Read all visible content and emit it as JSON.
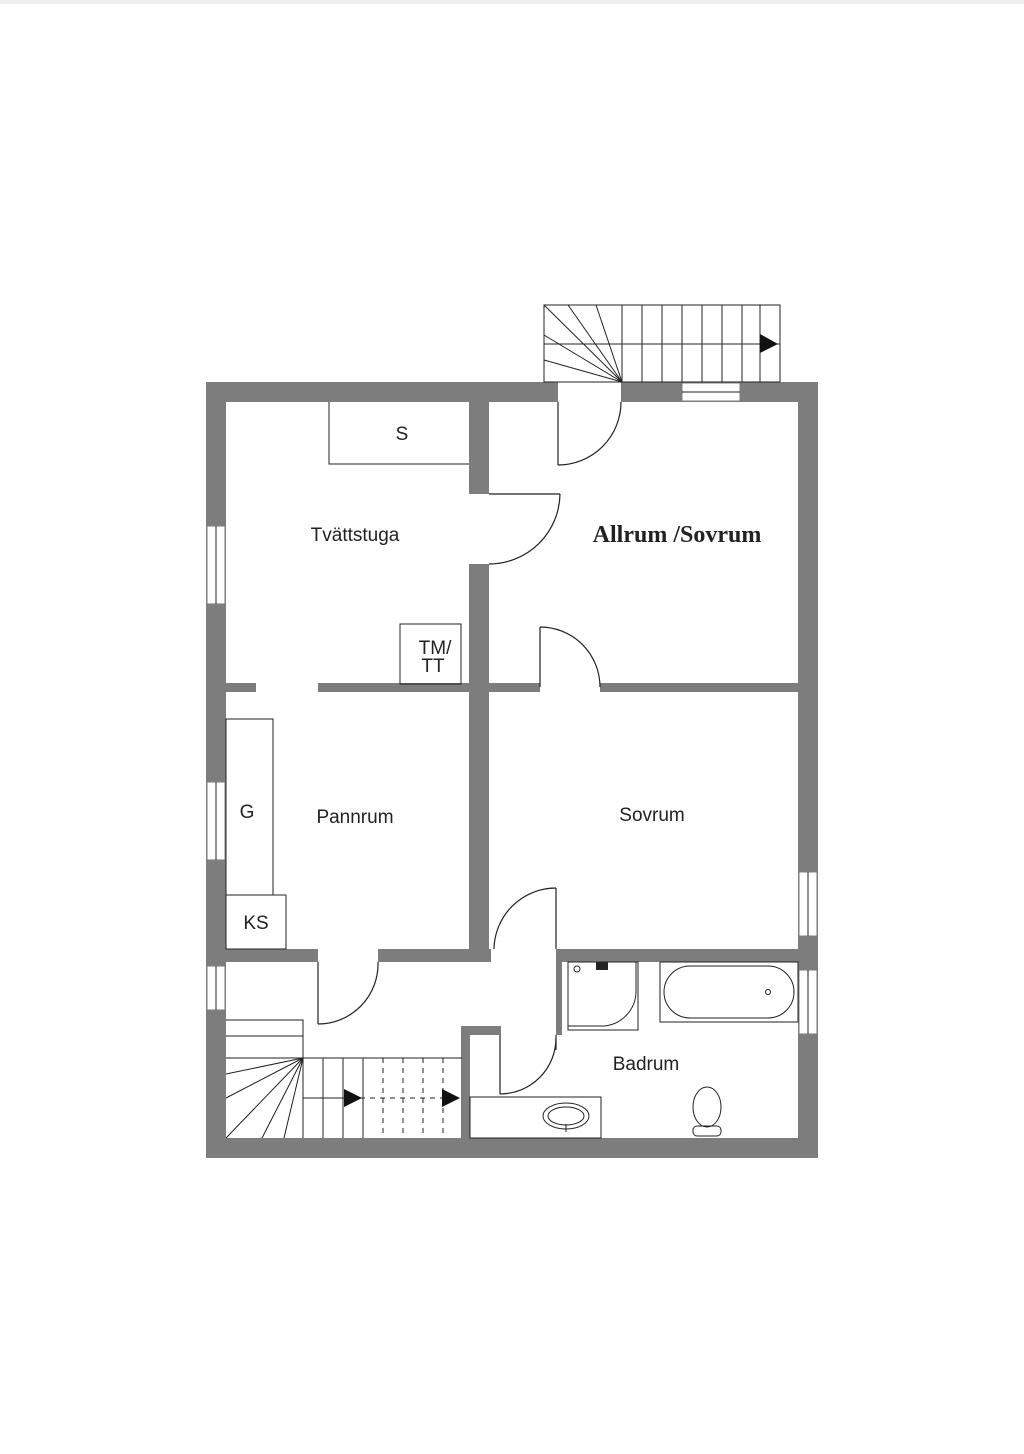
{
  "rooms": {
    "tvattstuga": "Tvättstuga",
    "allrum_sovrum": "Allrum /Sovrum",
    "pannrum": "Pannrum",
    "sovrum": "Sovrum",
    "badrum": "Badrum"
  },
  "fixtures": {
    "storage": "S",
    "tm_line1": "TM/",
    "tm_line2": "TT",
    "g": "G",
    "ks": "KS"
  },
  "colors": {
    "wall": "#7d7d7d",
    "line": "#222222",
    "background": "#ffffff"
  }
}
